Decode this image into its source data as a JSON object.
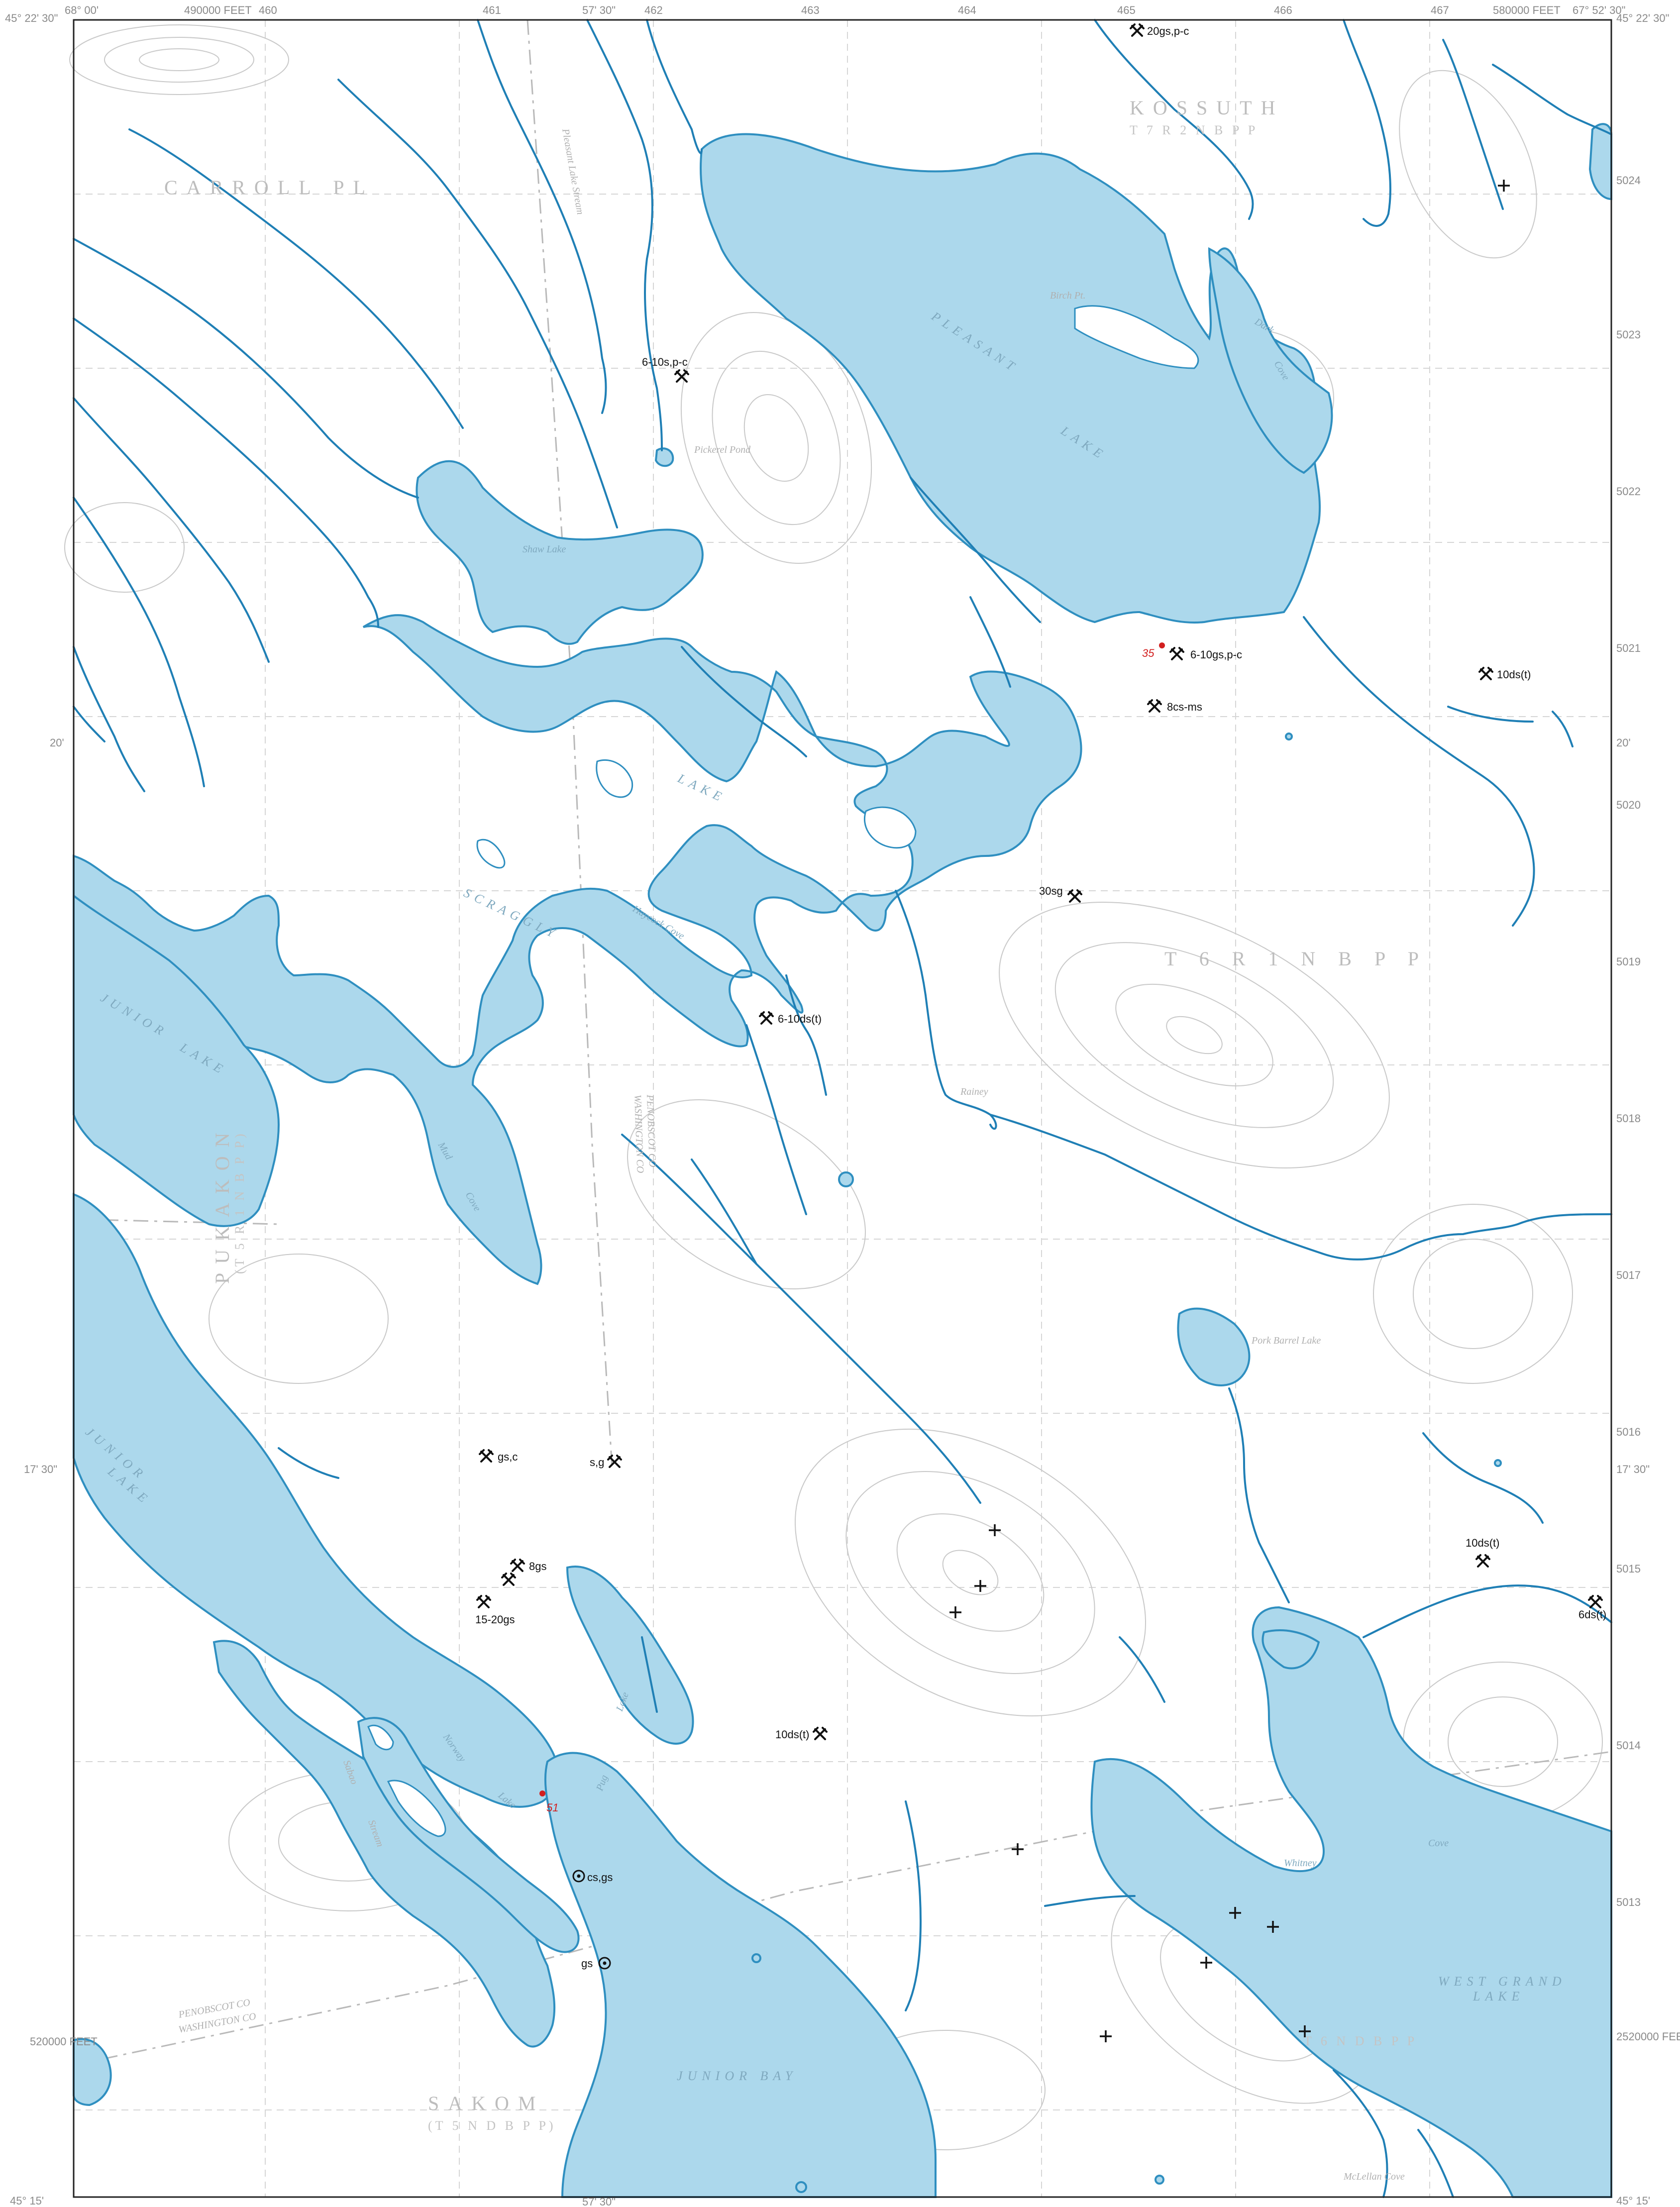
{
  "map": {
    "colors": {
      "water": "#acd8ec",
      "stream": "#1f7fb5",
      "contour": "#c9c9c9",
      "site": "#111111",
      "sample": "#d21f1f"
    },
    "corner_labels": {
      "top_left_lat": "45° 22' 30\"",
      "top_left_lon": "68° 00'",
      "top_right_lon": "67° 52' 30\"",
      "top_right_lat": "45° 22' 30\"",
      "top_mid_lon": "57' 30\"",
      "left_mid_lat": "20'",
      "left_mid_lat2": "17' 30\"",
      "right_mid_lat": "20'",
      "right_mid_lat2": "17' 30\"",
      "bottom_left_lat": "45° 15'",
      "bottom_right_lat": "45° 15'",
      "bottom_mid_lon": "57' 30\"",
      "easting_top_left": "490000 FEET",
      "easting_top_right": "580000 FEET",
      "northing_left": "520000 FEET",
      "northing_bottom_right": "2520000 FEET"
    },
    "grid_numbers": {
      "top": [
        "460",
        "461",
        "462",
        "463",
        "464",
        "465",
        "466",
        "467"
      ],
      "right": [
        "5024",
        "5023",
        "5022",
        "5021",
        "5020",
        "5019",
        "5018",
        "5017",
        "5016",
        "5015",
        "5014",
        "5013"
      ]
    },
    "town_labels": [
      "KOSSUTH",
      "T 7 R 2 N B P P",
      "CARROLL PL",
      "T 6 R 1 N B P P",
      "PUKAKON",
      "(T 5 R 1 N B P P)",
      "SAKOM",
      "(T 5 N D B P P)",
      "T 6 N D B P P"
    ],
    "water_labels": [
      "PLEASANT",
      "LAKE",
      "SCRAGGLY",
      "LAKE",
      "JUNIOR",
      "LAKE",
      "JUNIOR",
      "LAKE",
      "JUNIOR BAY",
      "WEST GRAND",
      "LAKE",
      "Shaw Lake",
      "Whitney",
      "Cove",
      "Mud",
      "Cove",
      "Haycock Cove",
      "Dark",
      "Cove",
      "Pug",
      "Lake",
      "Norway",
      "Lake",
      "Sabao",
      "Stream",
      "Pleasant Lake Stream",
      "Rainey",
      "Birch Pt.",
      "Pickerel Pond",
      "Pork Barrel Lake",
      "McLellan Cove"
    ],
    "county_labels": [
      "WASHINGTON CO",
      "PENOBSCOT CO",
      "PENOBSCOT CO",
      "WASHINGTON CO"
    ],
    "site_labels": [
      "20gs,p-c",
      "6-10s,p-c",
      "6-10gs,p-c",
      "8cs-ms",
      "10ds(t)",
      "30sg",
      "6-10ds(t)",
      "gs,c",
      "s,g",
      "8gs",
      "15-20gs",
      "10ds(t)",
      "6ds(t)",
      "10ds(t)",
      "cs,gs",
      "gs"
    ],
    "sample_labels": [
      "35",
      "51"
    ]
  }
}
